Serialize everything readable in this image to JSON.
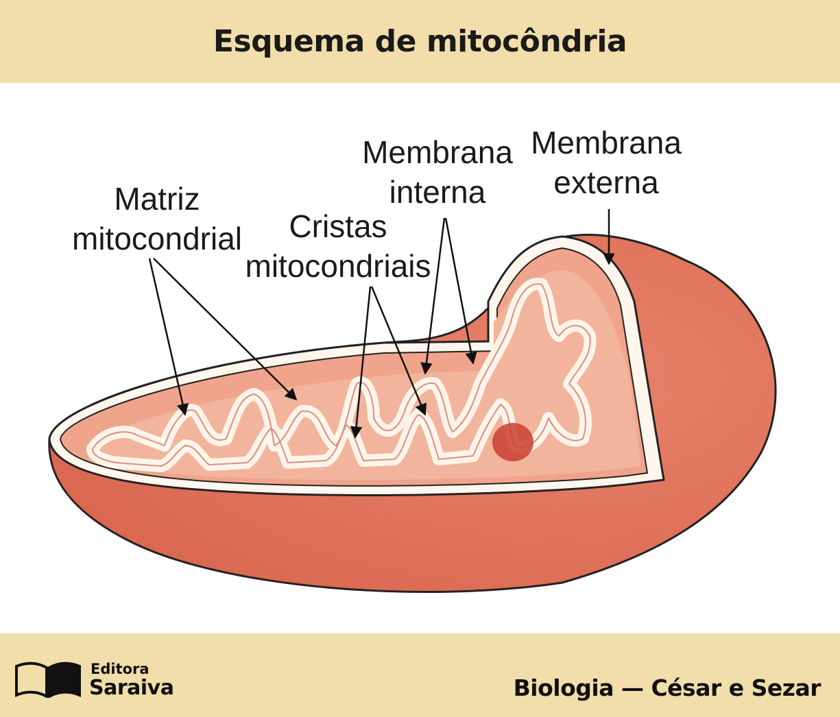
{
  "header": {
    "title": "Esquema de mitocôndria"
  },
  "labels": {
    "matriz": [
      "Matriz",
      "mitocondrial"
    ],
    "cristas": [
      "Cristas",
      "mitocondriais"
    ],
    "interna": [
      "Membrana",
      "interna"
    ],
    "externa": [
      "Membrana",
      "externa"
    ]
  },
  "footer": {
    "publisher_line1": "Editora",
    "publisher_line2": "Saraiva",
    "credit": "Biologia — César e Sezar"
  },
  "colors": {
    "band": "#f2deab",
    "outer": "#e07560",
    "inner": "#f4a58e",
    "matrix": "#f2b49c",
    "membrane": "#fff6ee"
  }
}
